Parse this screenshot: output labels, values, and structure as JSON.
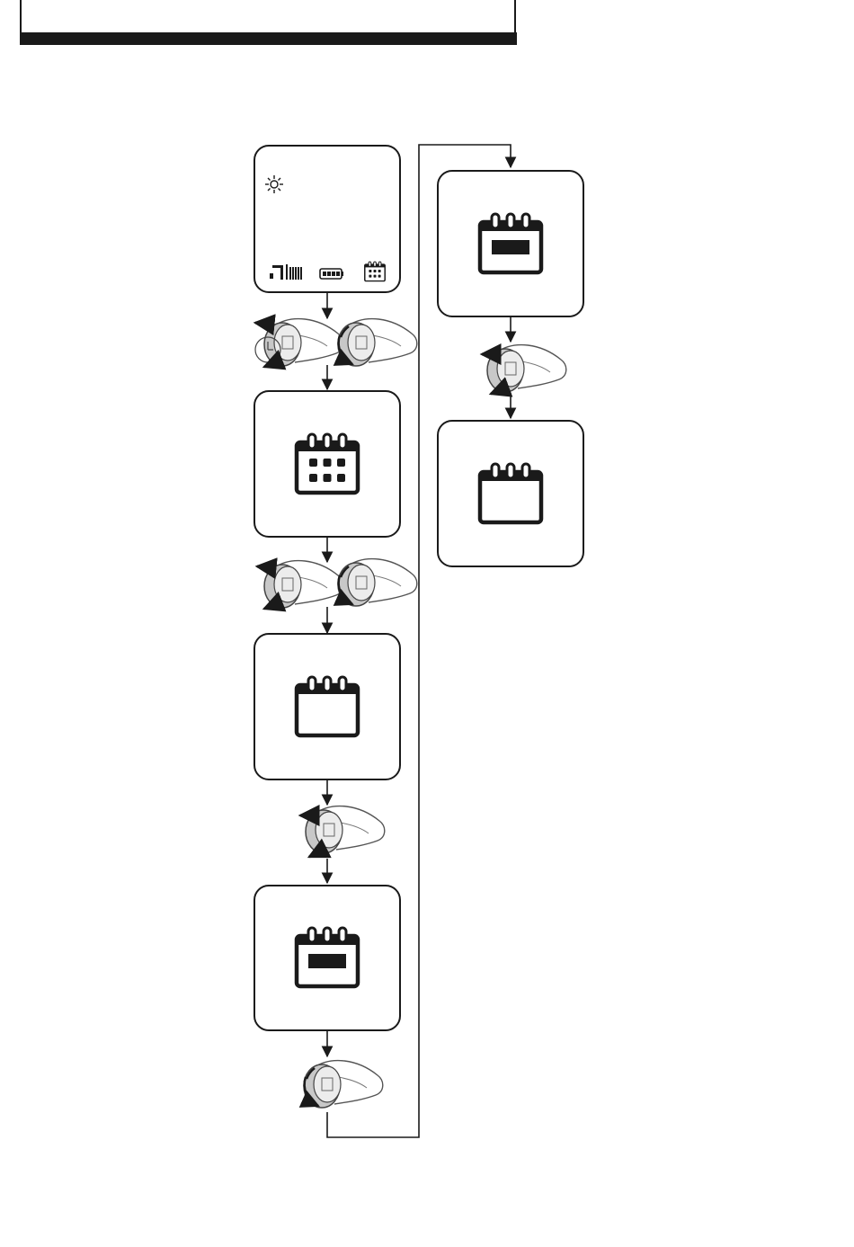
{
  "colors": {
    "ink": "#1a1a1a",
    "knob": "#c8c8c8",
    "knob_face": "#ececec",
    "panel": "#ffffff"
  },
  "screens": [
    {
      "id": "home",
      "icons": [
        "sun-icon",
        "water-tap-icon",
        "radiator-icon",
        "battery-icon",
        "calendar-grid-icon"
      ]
    },
    {
      "id": "calendar-grid",
      "icons": [
        "calendar-grid-icon"
      ]
    },
    {
      "id": "calendar-empty",
      "icons": [
        "calendar-empty-icon"
      ]
    },
    {
      "id": "calendar-bar",
      "icons": [
        "calendar-bar-icon"
      ]
    },
    {
      "id": "calendar-bar-2",
      "icons": [
        "calendar-bar-icon"
      ]
    },
    {
      "id": "calendar-empty-2",
      "icons": [
        "calendar-empty-icon"
      ]
    }
  ],
  "steps": [
    {
      "after": "home",
      "actions": [
        "press-and-hold-knob",
        "rotate-knob"
      ]
    },
    {
      "after": "calendar-grid",
      "actions": [
        "press-knob",
        "rotate-knob"
      ]
    },
    {
      "after": "calendar-empty",
      "actions": [
        "press-knob"
      ]
    },
    {
      "after": "calendar-bar",
      "actions": [
        "rotate-knob"
      ]
    },
    {
      "after": "calendar-bar-2",
      "actions": [
        "press-knob"
      ]
    }
  ]
}
